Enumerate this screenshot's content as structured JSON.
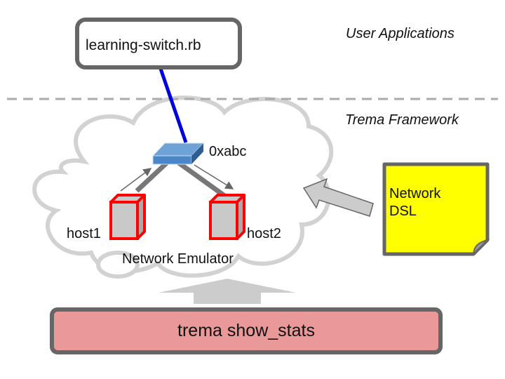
{
  "layers": {
    "top": "User Applications",
    "middle": "Trema Framework"
  },
  "app": {
    "label": "learning-switch.rb"
  },
  "switch": {
    "label": "0xabc",
    "color": "#4a86c8"
  },
  "hosts": [
    {
      "label": "host1"
    },
    {
      "label": "host2"
    }
  ],
  "emulator": {
    "label": "Network Emulator"
  },
  "dsl_note": {
    "line1": "Network",
    "line2": "DSL",
    "color": "#ffff00"
  },
  "command": {
    "label": "trema show_stats",
    "color": "#ea9999"
  },
  "colors": {
    "link_controller": "#0000dd",
    "host_border": "#ff0000",
    "cloud": "#d0d0d0",
    "arrow_fill": "#cccccc"
  }
}
